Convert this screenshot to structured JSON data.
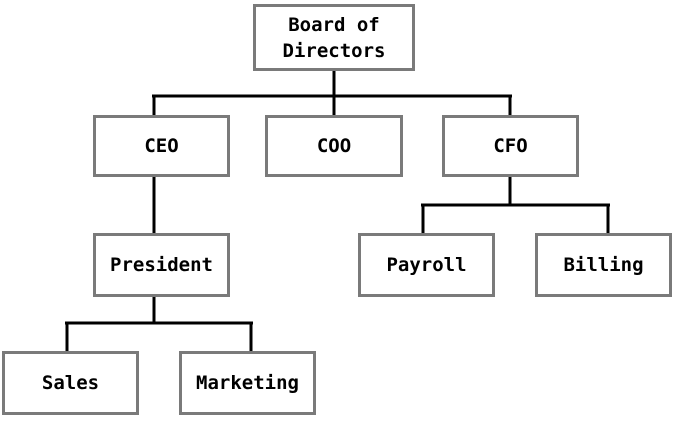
{
  "nodes": {
    "board": "Board of\nDirectors",
    "ceo": "CEO",
    "coo": "COO",
    "cfo": "CFO",
    "president": "President",
    "payroll": "Payroll",
    "billing": "Billing",
    "sales": "Sales",
    "marketing": "Marketing"
  },
  "colors": {
    "box_border": "#7a7a7a",
    "connector": "#000000"
  }
}
